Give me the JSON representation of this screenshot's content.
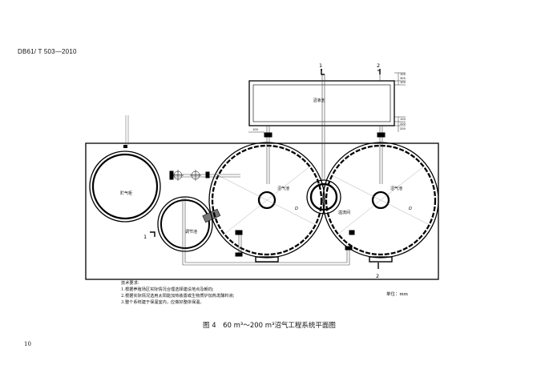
{
  "header": {
    "standard_code": "DB61/ T 503—2010"
  },
  "page_number": "10",
  "drawing": {
    "tanks": {
      "gas_holder": "贮气柜",
      "regulating_pool": "调节池",
      "digester_left": "沼气池",
      "digester_right": "沼气池",
      "overflow_well": "溢流间",
      "filter_pool": "沼液池"
    },
    "section_marks": {
      "one": "1",
      "two": "2"
    },
    "dims_top": [
      "100",
      "300",
      "100"
    ],
    "dims_bottom": [
      "100",
      "200",
      "200"
    ]
  },
  "notes": {
    "title": "技术要求:",
    "items": [
      "1.根据养殖场区实际情况合理选择建设地点及朝向;",
      "2.根据实际情况选用太阳能加热装置或生物质炉加热发酵料液;",
      "3.整个系统建于保温室内，应做好整体保温。"
    ]
  },
  "unit": "单位：mm",
  "caption": "图 4　60 m³～200 m³沼气工程系统平面图"
}
